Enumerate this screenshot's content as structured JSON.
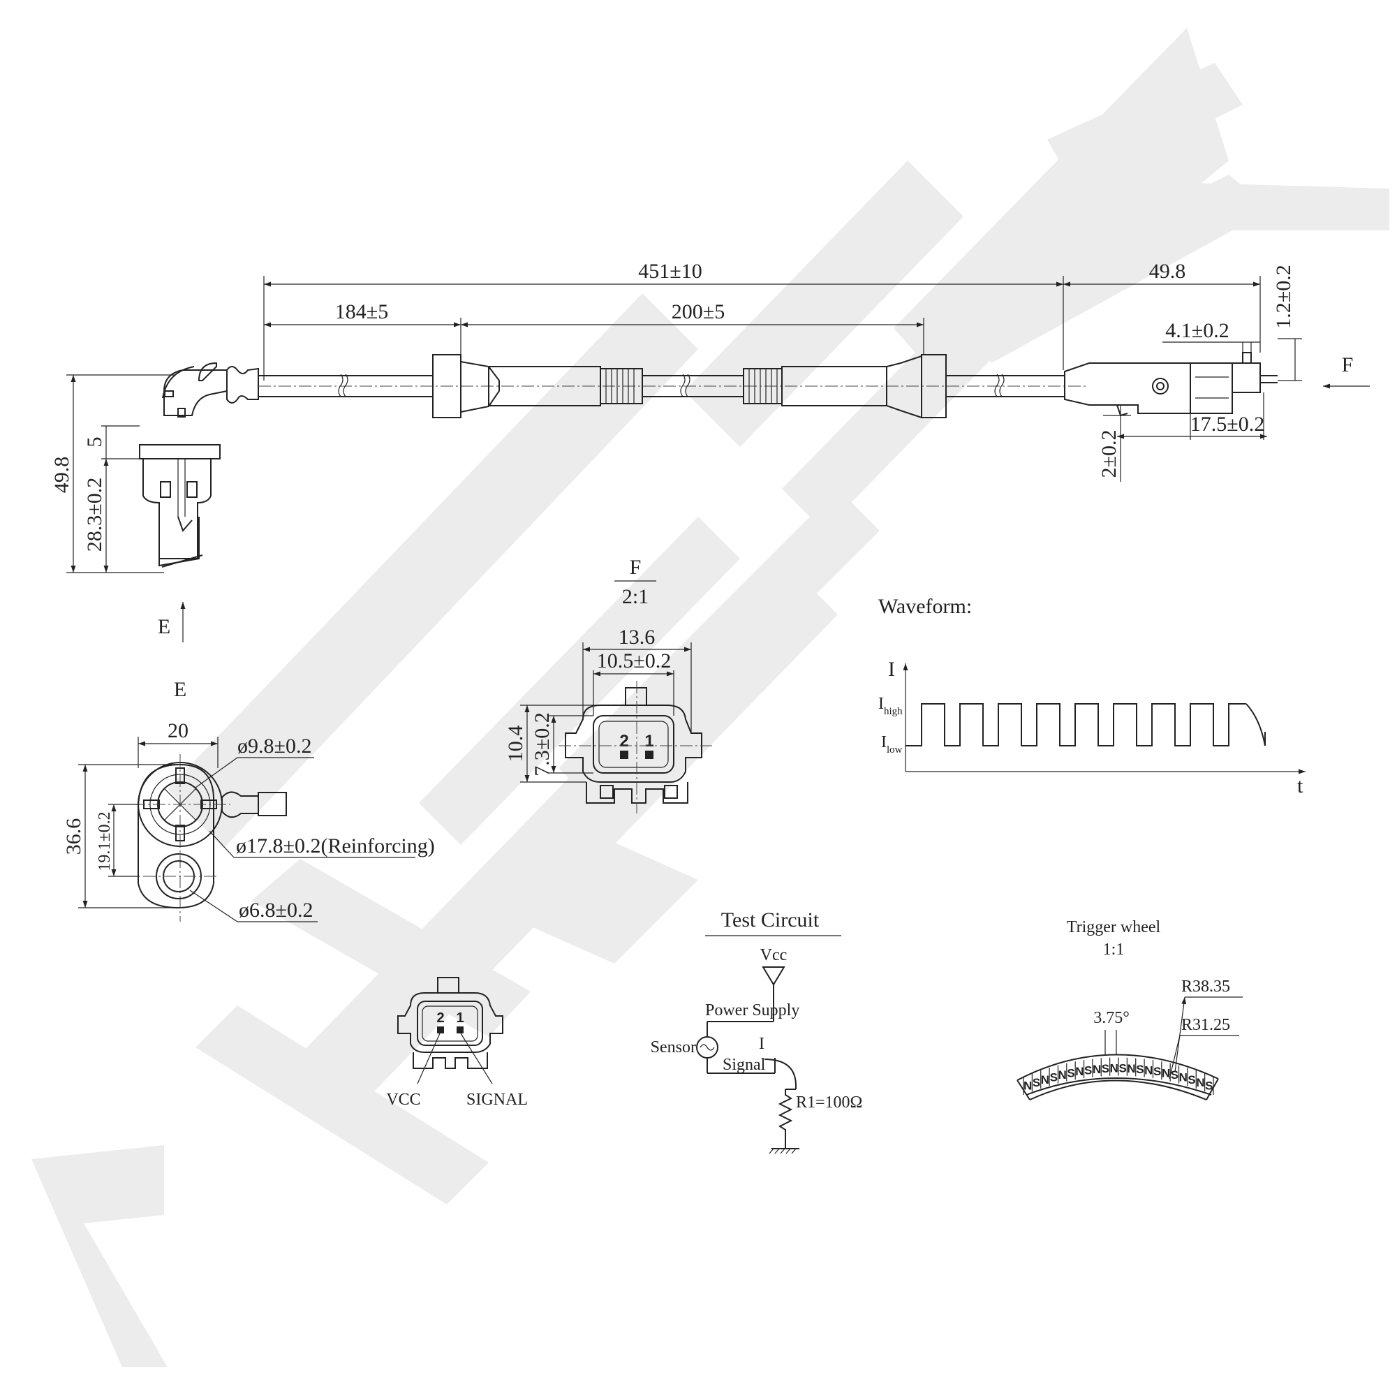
{
  "watermark": "ZENNTEK",
  "colors": {
    "watermark": "#ececec",
    "line": "#222222"
  },
  "top_view": {
    "dim_total": "451±10",
    "dim_left": "184±5",
    "dim_mid": "200±5",
    "dim_conn_len": "49.8",
    "dim_pin_thk": "1.2±0.2",
    "dim_tab": "4.1±0.2",
    "dim_conn_body": "17.5±0.2",
    "dim_latch": "2±0.2",
    "dim_height": "49.8",
    "dim_flange": "5",
    "dim_tip": "28.3±0.2",
    "view_f": "F",
    "view_e": "E"
  },
  "view_e": {
    "title": "E",
    "dim_width": "20",
    "dim_height": "36.6",
    "dim_hole_offset": "19.1±0.2",
    "dim_sensor_dia": "ø9.8±0.2",
    "dim_reinforcing": "ø17.8±0.2(Reinforcing)",
    "dim_hole_dia": "ø6.8±0.2"
  },
  "view_f": {
    "title": "F",
    "scale": "2:1",
    "dim_outer_w": "13.6",
    "dim_inner_w": "10.5±0.2",
    "dim_outer_h": "10.4",
    "dim_inner_h": "7.3±0.2",
    "pin_2": "2",
    "pin_1": "1"
  },
  "pinout": {
    "pin_2": "2",
    "pin_1": "1",
    "vcc_label": "VCC",
    "signal_label": "SIGNAL"
  },
  "waveform": {
    "title": "Waveform:",
    "y_label": "I",
    "x_label": "t",
    "i_high": "I",
    "i_high_sub": "high",
    "i_low": "I",
    "i_low_sub": "low"
  },
  "test_circuit": {
    "title": "Test Circuit",
    "vcc": "Vcc",
    "power_supply": "Power Supply",
    "sensor": "Sensor",
    "current": "I",
    "signal": "Signal",
    "resistor": "R1=100Ω"
  },
  "trigger_wheel": {
    "title": "Trigger wheel",
    "scale": "1:1",
    "angle": "3.75°",
    "r_outer": "R38.35",
    "r_inner": "R31.25",
    "pole_n": "N",
    "pole_s": "S"
  }
}
